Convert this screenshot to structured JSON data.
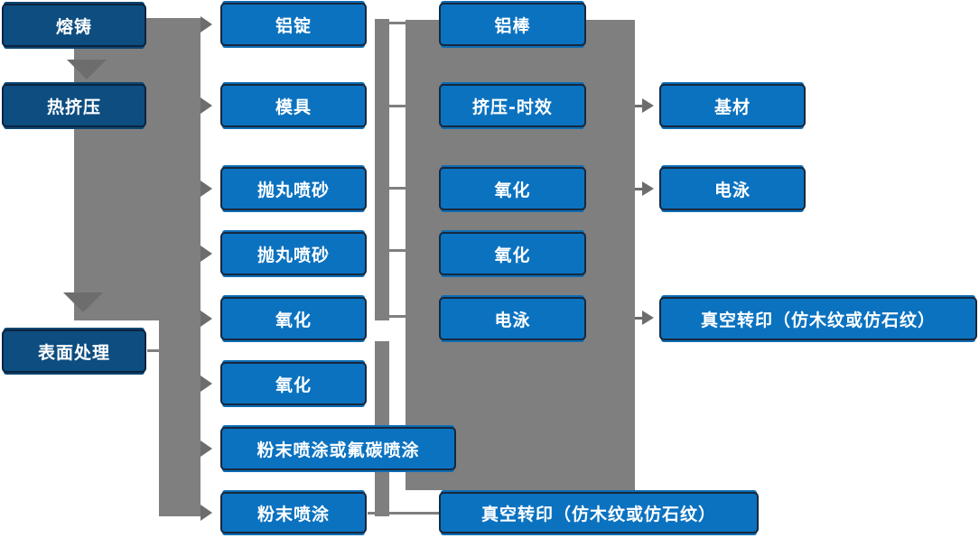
{
  "colors": {
    "node_blue": "#0b72c0",
    "node_navy": "#0d4d80",
    "node_border": "#17283e",
    "connector_gray": "#7f7f7f",
    "arrowhead_gray": "#6d6d6d",
    "text_white": "#ffffff"
  },
  "nodes": {
    "col1": [
      "熔铸",
      "热挤压",
      "表面处理"
    ],
    "col2": [
      "铝锭",
      "模具",
      "抛丸喷砂",
      "抛丸喷砂",
      "氧化",
      "氧化",
      "粉末喷涂或氟碳喷涂",
      "粉末喷涂"
    ],
    "col3": [
      "铝棒",
      "挤压-时效",
      "氧化",
      "氧化",
      "电泳",
      "真空转印（仿木纹或仿石纹）"
    ],
    "col4": [
      "基材",
      "电泳",
      "真空转印（仿木纹或仿石纹）"
    ]
  }
}
